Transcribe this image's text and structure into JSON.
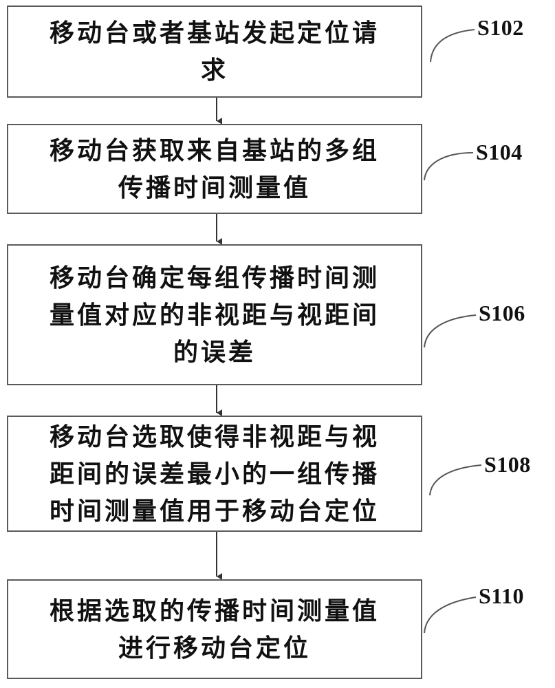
{
  "steps": [
    {
      "id": "S102",
      "label": "S102",
      "text": "移动台或者基站发起定位请\n求"
    },
    {
      "id": "S104",
      "label": "S104",
      "text": "移动台获取来自基站的多组\n传播时间测量值"
    },
    {
      "id": "S106",
      "label": "S106",
      "text": "移动台确定每组传播时间测\n量值对应的非视距与视距间\n的误差"
    },
    {
      "id": "S108",
      "label": "S108",
      "text": "移动台选取使得非视距与视\n距间的误差最小的一组传播\n时间测量值用于移动台定位"
    },
    {
      "id": "S110",
      "label": "S110",
      "text": "根据选取的传播时间测量值\n进行移动台定位"
    }
  ],
  "colors": {
    "border": "#5a5a5a",
    "arrow": "#333333",
    "text": "#111111"
  }
}
